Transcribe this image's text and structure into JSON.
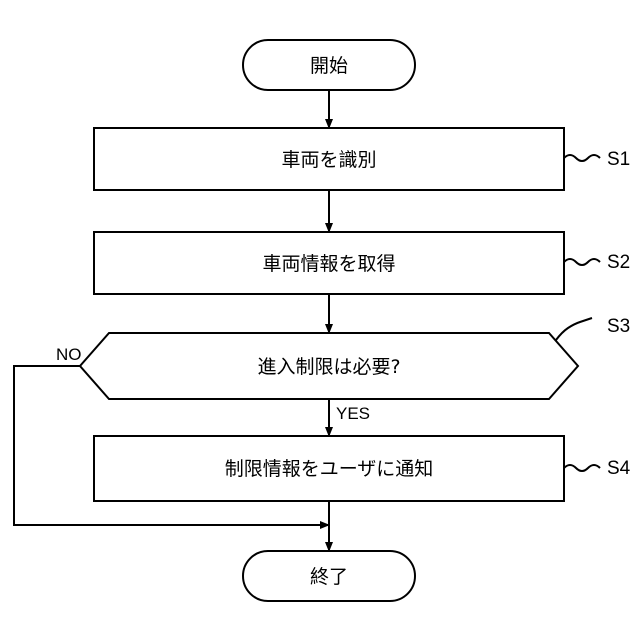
{
  "flowchart": {
    "start": "開始",
    "end": "終了",
    "steps": [
      {
        "id": "S1",
        "text": "車両を識別"
      },
      {
        "id": "S2",
        "text": "車両情報を取得"
      },
      {
        "id": "S3",
        "text": "進入制限は必要?"
      },
      {
        "id": "S4",
        "text": "制限情報をユーザに通知"
      }
    ],
    "branches": {
      "yes": "YES",
      "no": "NO"
    }
  }
}
